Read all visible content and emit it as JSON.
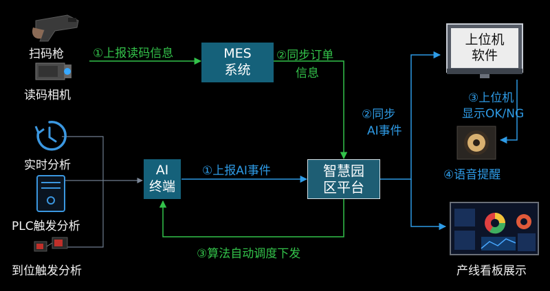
{
  "colors": {
    "background": "#000000",
    "box_fill": "#15617a",
    "green_flow": "#33c24a",
    "blue_flow": "#2e9be6",
    "gray_line": "#6f7d8f"
  },
  "nodes": {
    "scanner_gun": {
      "label": "扫码枪",
      "icon": "barcode-scanner-icon"
    },
    "scan_camera": {
      "label": "读码相机",
      "icon": "camera-icon"
    },
    "realtime_analysis": {
      "label": "实时分析",
      "icon": "clock-history-icon"
    },
    "plc_analysis": {
      "label": "PLC触发分析",
      "icon": "plc-controller-icon"
    },
    "position_analysis": {
      "label": "到位触发分析",
      "icon": "sensor-icon"
    },
    "mes": {
      "line1": "MES",
      "line2": "系统"
    },
    "ai_terminal": {
      "line1": "AI",
      "line2": "终端"
    },
    "platform": {
      "line1": "智慧园",
      "line2": "区平台"
    },
    "host_software": {
      "line1": "上位机",
      "line2": "软件",
      "icon": "monitor-icon"
    },
    "voice_alert": {
      "label": "④语音提醒",
      "icon": "speaker-icon"
    },
    "dashboard": {
      "label": "产线看板展示",
      "icon": "dashboard-screen-icon"
    }
  },
  "edges": {
    "report_code": "①上报读码信息",
    "sync_order_line1": "②同步订单",
    "sync_order_line2": "信息",
    "report_ai_event": "①上报AI事件",
    "sync_ai_line1": "②同步",
    "sync_ai_line2": "AI事件",
    "host_display_line1": "③上位机",
    "host_display_line2": "显示OK/NG",
    "algo_dispatch": "③算法自动调度下发"
  }
}
